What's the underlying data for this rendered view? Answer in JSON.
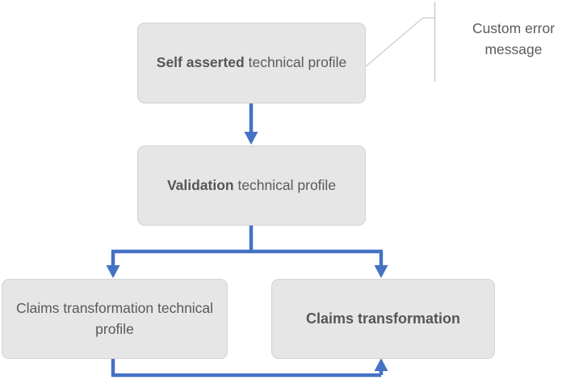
{
  "diagram": {
    "type": "flowchart",
    "title": "",
    "colors": {
      "node_fill": "#E7E6E6",
      "node_border": "#D4D2D2",
      "node_text": "#5A5A5A",
      "arrow": "#4472C4",
      "callout_line": "#D0D0D0",
      "background": "#FFFFFF"
    },
    "nodes": [
      {
        "id": "self-asserted",
        "bold_text": "Self asserted",
        "regular_text": " technical profile",
        "full_text": "Self asserted technical profile"
      },
      {
        "id": "validation",
        "bold_text": "Validation",
        "regular_text": " technical profile",
        "full_text": "Validation technical profile"
      },
      {
        "id": "claims-transformation-technical-profile",
        "bold_text": "",
        "regular_text": "Claims transformation technical profile",
        "full_text": "Claims transformation technical profile"
      },
      {
        "id": "claims-transformation",
        "bold_text": "Claims transformation",
        "regular_text": "",
        "full_text": "Claims transformation"
      }
    ],
    "callout": {
      "label": "Custom error message"
    },
    "edges": [
      {
        "from": "self-asserted",
        "to": "validation",
        "style": "arrow-down"
      },
      {
        "from": "validation",
        "to": "claims-transformation-technical-profile",
        "style": "split-arrow-down"
      },
      {
        "from": "validation",
        "to": "claims-transformation",
        "style": "split-arrow-down"
      },
      {
        "from": "claims-transformation-technical-profile",
        "to": "claims-transformation",
        "style": "loop-arrow-up"
      }
    ]
  }
}
